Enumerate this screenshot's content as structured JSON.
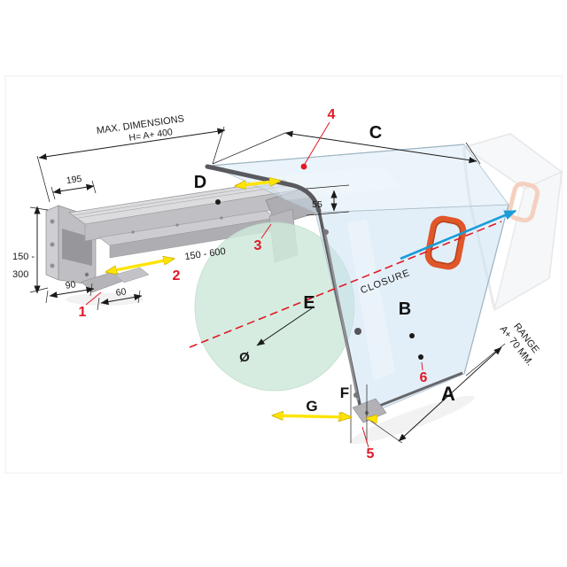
{
  "labels": {
    "max_dimensions": "MAX. DIMENSIONS",
    "height_formula": "H=  A+ 400",
    "dim_195": "195",
    "dim_150_300_line1": "150 -",
    "dim_150_300_line2": "300",
    "dim_90": "90",
    "dim_60": "60",
    "dim_150_600": "150 - 600",
    "dim_55": "55",
    "closure": "CLOSURE",
    "range_line1": "RANGE",
    "range_line2": "A+ 70 MM.",
    "diameter_symbol": "Ø"
  },
  "reference_letters": {
    "A": "A",
    "B": "B",
    "C": "C",
    "D": "D",
    "E": "E",
    "F": "F",
    "G": "G"
  },
  "callout_numbers": {
    "item1": "1",
    "item2": "2",
    "item3": "3",
    "item4": "4",
    "item5": "5",
    "item6": "6"
  },
  "colors": {
    "callout_red": "#e01825",
    "dimension_black": "#1a1a1a",
    "arrow_yellow": "#ffe400",
    "arrow_blue": "#1a9cd8",
    "handle_orange": "#e0572a",
    "axis_red": "#e01825",
    "glass_blue": "#cfe3f2",
    "workpiece_green": "#cfe9db",
    "metal_gray": "#c0c0c4"
  }
}
